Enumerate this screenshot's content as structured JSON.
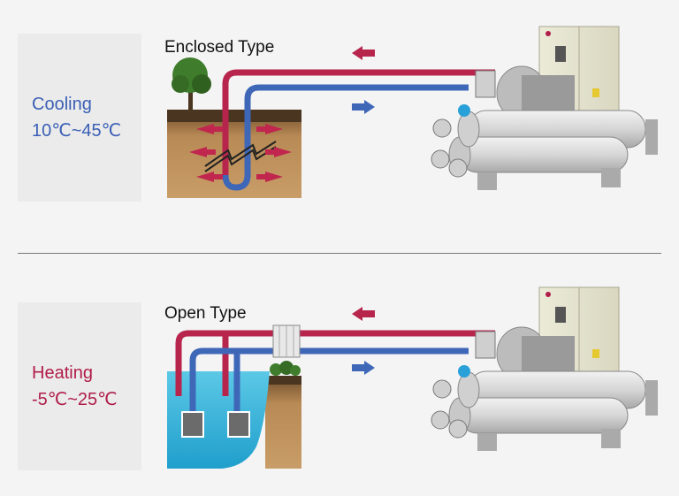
{
  "cooling": {
    "mode": "Cooling",
    "range": "10℃~45℃",
    "type_title": "Enclosed Type"
  },
  "heating": {
    "mode": "Heating",
    "range": "-5℃~25℃",
    "type_title": "Open Type"
  },
  "colors": {
    "hot_pipe": "#b8254c",
    "cold_pipe": "#3f67b8",
    "cooling_text": "#3a5fb5",
    "heating_text": "#b01d4a",
    "water": "#38b4d8",
    "soil": "#b88a55"
  }
}
